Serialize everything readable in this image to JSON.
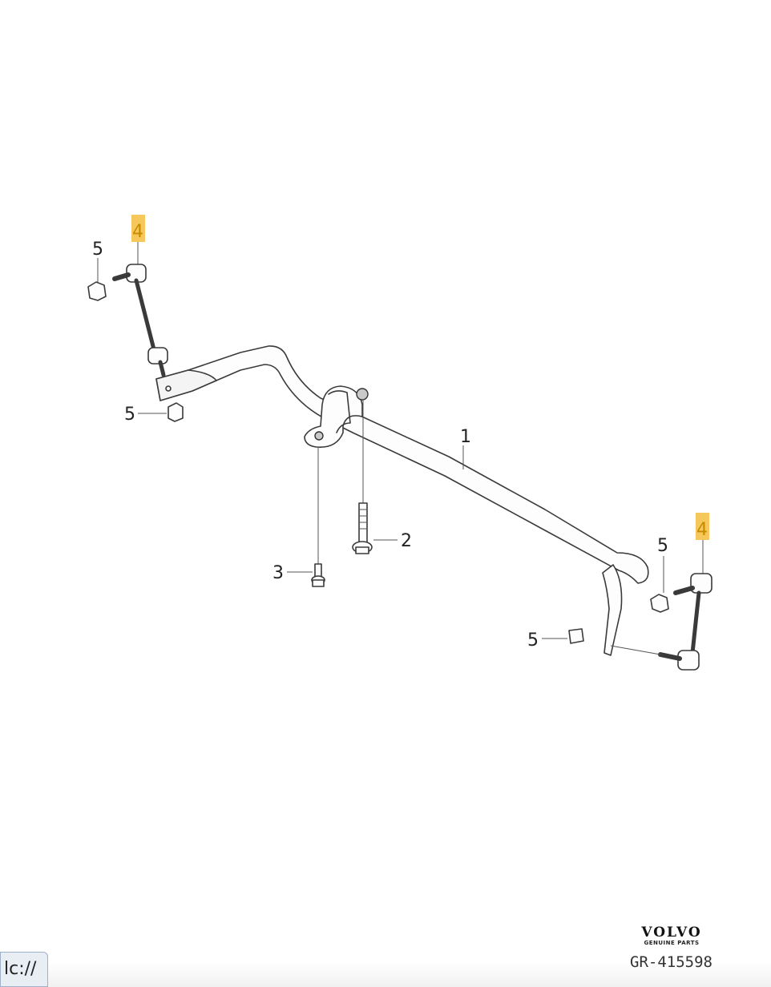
{
  "diagram": {
    "callouts": {
      "c1": "1",
      "c2": "2",
      "c3": "3",
      "c4_left": "4",
      "c4_right": "4",
      "c5_topleft": "5",
      "c5_midleft": "5",
      "c5_right_top": "5",
      "c5_right_bottom": "5"
    },
    "highlight_color": "#f6c75a"
  },
  "brand": {
    "name": "VOLVO",
    "subtitle": "GENUINE PARTS",
    "reference": "GR-415598"
  },
  "status": {
    "url_fragment": "lc://"
  }
}
